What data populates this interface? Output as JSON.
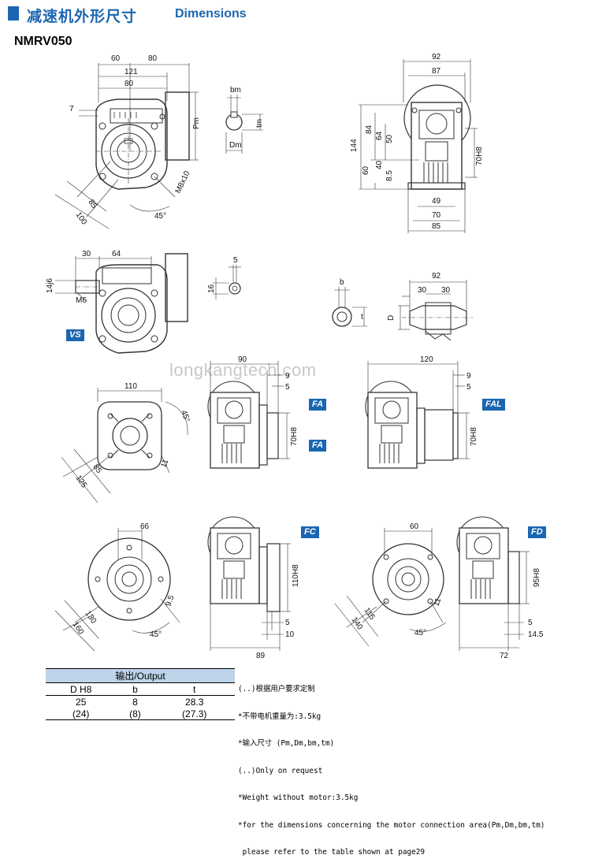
{
  "header": {
    "title_cn": "减速机外形尺寸",
    "title_en": "Dimensions",
    "accent_color": "#1b66b1"
  },
  "model": "NMRV050",
  "watermark": "longkangtech.com",
  "tags": {
    "vs": "VS",
    "fa1": "FA",
    "fa2": "FA",
    "fal": "FAL",
    "fc": "FC",
    "fd": "FD"
  },
  "dims": {
    "main_front": {
      "d60": "60",
      "d80": "80",
      "d121": "121",
      "d80b": "80",
      "d7": "7",
      "pm": "Pm",
      "m8x10": "M8x10",
      "d85": "85",
      "d100": "100",
      "a45": "45°"
    },
    "shaft_key": {
      "bm": "bm",
      "tm": "tm",
      "dm": "Dm"
    },
    "main_side": {
      "d92": "92",
      "d87": "87",
      "d144": "144",
      "d84": "84",
      "d64": "64",
      "d50": "50",
      "d60": "60",
      "d40": "40",
      "d85s": "8.5",
      "d70h8": "70H8",
      "d49": "49",
      "d70": "70",
      "d85": "85"
    },
    "vs": {
      "d30": "30",
      "d64": "64",
      "d14j6": "14j6",
      "m6": "M6",
      "d5": "5",
      "d16": "16"
    },
    "output_shaft": {
      "b": "b",
      "t": "t",
      "d": "D",
      "d92": "92",
      "d30a": "30",
      "d30b": "30"
    },
    "fa_flange": {
      "d110": "110",
      "a45": "45°",
      "d85": "85",
      "d125": "125",
      "d11": "11"
    },
    "fa": {
      "d90": "90",
      "d9": "9",
      "d5": "5",
      "d70h8": "70H8"
    },
    "fal": {
      "d120": "120",
      "d9": "9",
      "d5": "5",
      "d70h8": "70H8"
    },
    "fc_flange": {
      "d66": "66",
      "d95": "9.5",
      "d130": "130",
      "d160": "160",
      "a45": "45°"
    },
    "fc": {
      "d110h8": "110H8",
      "d5": "5",
      "d10": "10",
      "d89": "89"
    },
    "fd_flange": {
      "d60": "60",
      "d11": "11",
      "d115": "115",
      "d140": "140",
      "a45": "45°"
    },
    "fd": {
      "d95h8": "95H8",
      "d5": "5",
      "d145": "14.5",
      "d72": "72"
    }
  },
  "output_table": {
    "title": "输出/Output",
    "headers": [
      "D H8",
      "b",
      "t"
    ],
    "rows": [
      [
        "25",
        "8",
        "28.3"
      ],
      [
        "(24)",
        "(8)",
        "(27.3)"
      ]
    ]
  },
  "notes": [
    "(..)根据用户要求定制",
    "*不带电机重量为:3.5kg",
    "*输入尺寸 (Pm,Dm,bm,tm)",
    "(..)Only on request",
    "*Weight without motor:3.5kg",
    "*for the dimensions concerning the motor connection area(Pm,Dm,bm,tm)",
    " please refer to the table shown at page29"
  ]
}
